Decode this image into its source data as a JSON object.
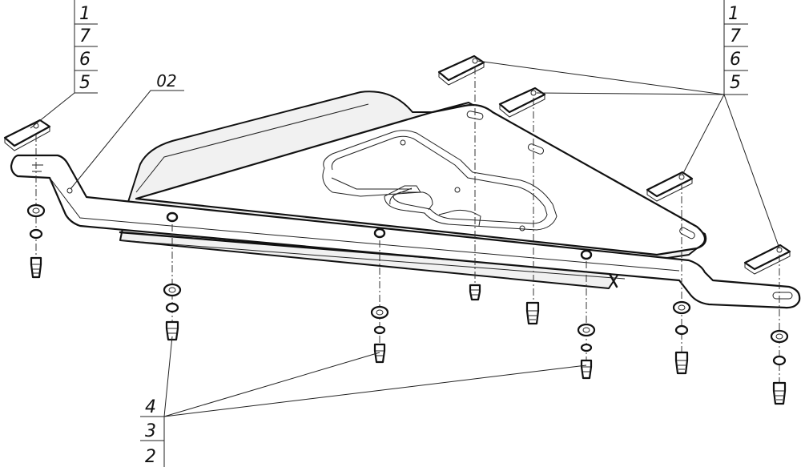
{
  "callouts": {
    "left_stack": [
      "1",
      "7",
      "6",
      "5"
    ],
    "right_stack": [
      "1",
      "7",
      "6",
      "5"
    ],
    "bottom_stack": [
      "4",
      "3",
      "2"
    ],
    "plate_label": "02"
  }
}
